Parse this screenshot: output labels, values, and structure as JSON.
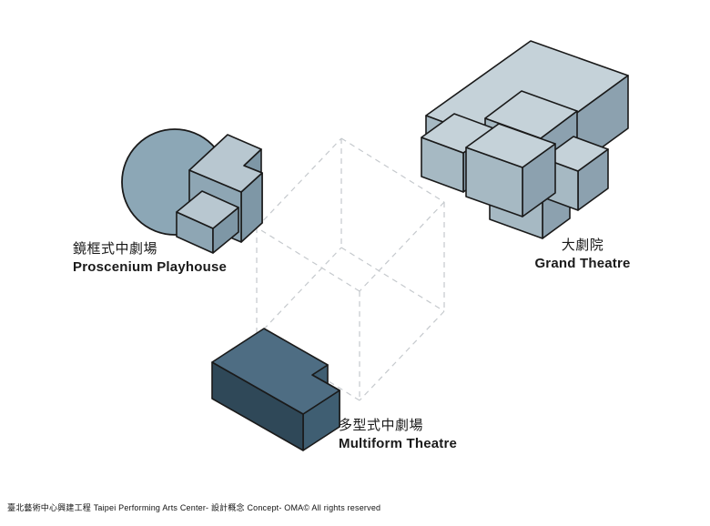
{
  "diagram": {
    "labels": {
      "proscenium": {
        "zh": "鏡框式中劇場",
        "en": "Proscenium Playhouse"
      },
      "grand": {
        "zh": "大劇院",
        "en": "Grand Theatre"
      },
      "multiform": {
        "zh": "多型式中劇場",
        "en": "Multiform Theatre"
      }
    },
    "footer": {
      "text": "臺北藝術中心興建工程  Taipei Performing Arts Center-  設計概念 Concept- OMA© All rights reserved"
    },
    "colors": {
      "background": "#ffffff",
      "outline": "#1a1a1a",
      "dashed_line": "#c5c9cd",
      "proscenium": {
        "sphere": "#8ca7b6",
        "top": "#b8c7d0",
        "front": "#8ea6b4",
        "side": "#7e97a6"
      },
      "grand": {
        "top": "#c5d2d9",
        "front": "#a6b9c3",
        "side": "#8ca1af"
      },
      "multiform": {
        "top": "#4e6d83",
        "front": "#2f4858",
        "side": "#3f5e72"
      }
    }
  }
}
